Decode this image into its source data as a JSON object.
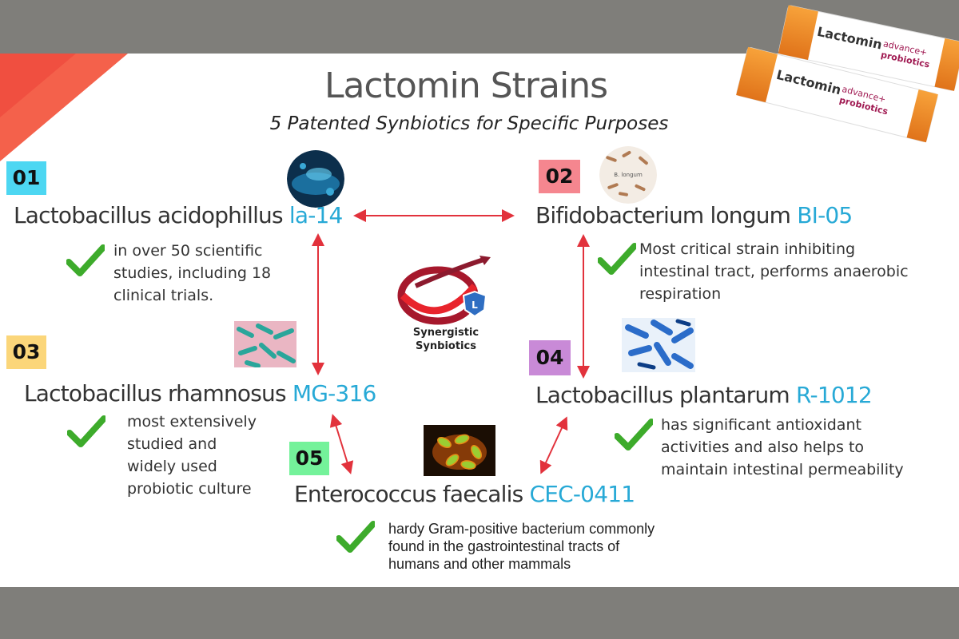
{
  "title": "Lactomin Strains",
  "subtitle": "5 Patented Synbiotics for Specific Purposes",
  "product_image": {
    "brand_label": "Lactomin",
    "product_line": "advance+",
    "product_type": "probiotics"
  },
  "center_logo": {
    "icon": "synergy-swoosh-shield-logo",
    "line1": "Synergistic",
    "line2": "Synbiotics",
    "shield_letter": "L"
  },
  "strains": [
    {
      "number": "01",
      "name": "Lactobacillus acidophillus",
      "code": "la-14",
      "badge_color": "#4dd7f2",
      "image": "bacteria-sphere-image",
      "description": [
        "in over 50 scientific",
        "studies, including 18",
        "clinical trials."
      ]
    },
    {
      "number": "02",
      "name": "Bifidobacterium longum",
      "code": "BI-05",
      "badge_color": "#f5868f",
      "image": "b-longum-cluster-image",
      "image_label": "B. longum",
      "description": [
        "Most critical strain inhibiting",
        "intestinal tract, performs anaerobic",
        "respiration"
      ]
    },
    {
      "number": "03",
      "name": "Lactobacillus rhamnosus",
      "code": "MG-316",
      "badge_color": "#fbd67a",
      "image": "green-rods-image",
      "description": [
        "most extensively",
        "studied and",
        "widely used",
        "probiotic culture"
      ]
    },
    {
      "number": "04",
      "name": "Lactobacillus plantarum",
      "code": "R-1012",
      "badge_color": "#c98ad7",
      "image": "blue-rods-image",
      "description": [
        "has significant antioxidant",
        "activities and also helps to",
        "maintain intestinal permeability"
      ]
    },
    {
      "number": "05",
      "name": "Enterococcus faecalis",
      "code": "CEC-0411",
      "badge_color": "#74f29a",
      "image": "orange-bacteria-image",
      "description": [
        "hardy Gram-positive bacterium commonly",
        "found in the gastrointestinal tracts of",
        "humans and other mammals"
      ]
    }
  ],
  "colors": {
    "code_blue": "#27a9d6",
    "arrow_red": "#e2323c",
    "check_green": "#3dab2b",
    "frame_gray": "#7f7e7a",
    "corner_red": "#f4614b"
  }
}
